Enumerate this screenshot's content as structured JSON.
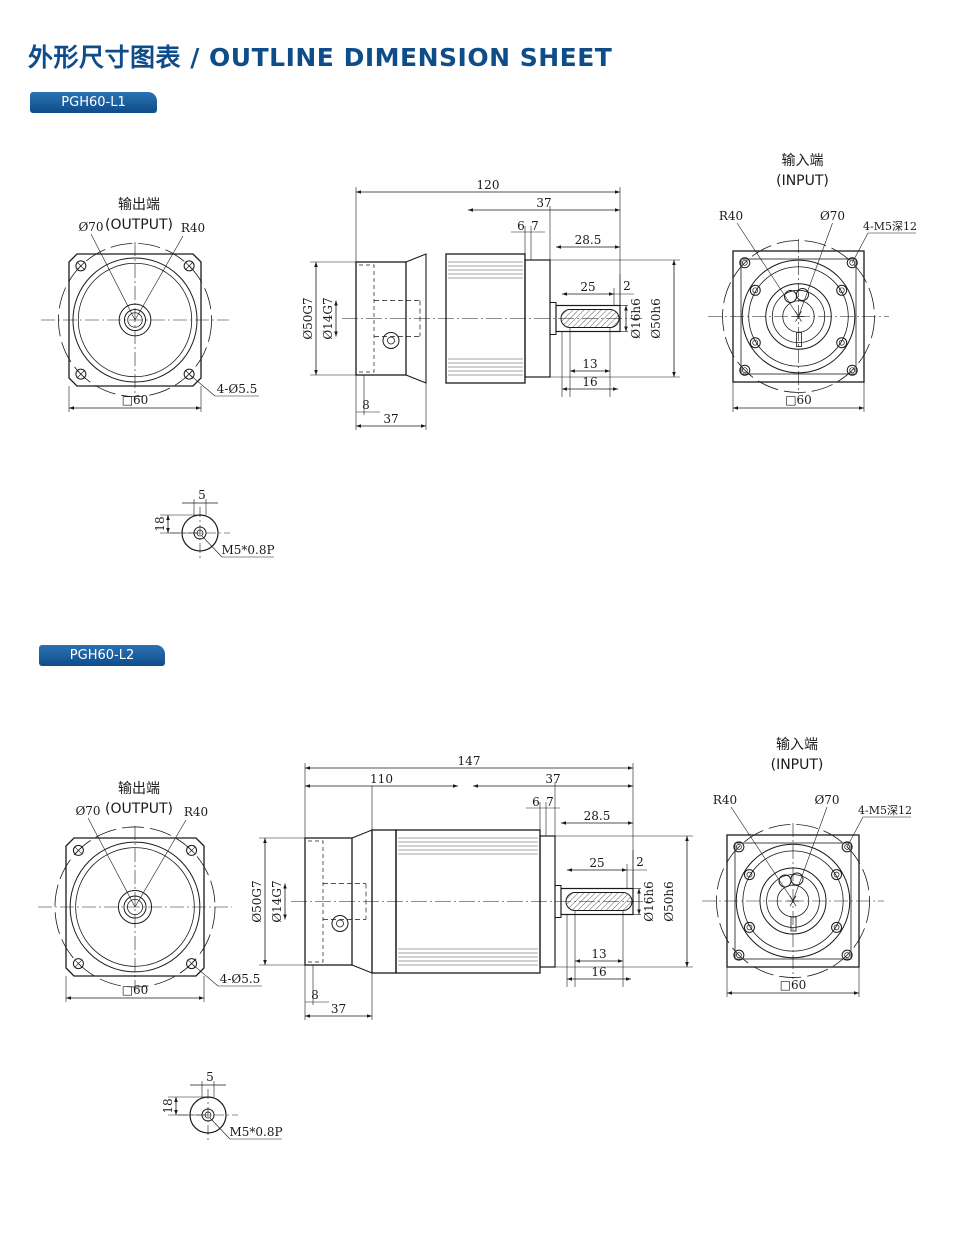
{
  "page_title": "外形尺寸图表 / OUTLINE DIMENSION SHEET",
  "models": [
    {
      "label": "PGH60-L1",
      "output_view": {
        "caption_cn": "输出端",
        "caption_en": "(OUTPUT)",
        "dia_label": "Ø70",
        "radius_label": "R40",
        "holes_label": "4-Ø5.5",
        "square_label": "□60"
      },
      "side_view": {
        "total_length": "120",
        "right_length": "",
        "output_length": "37",
        "d6": "6",
        "d7": "7",
        "d28_5": "28.5",
        "d25": "25",
        "d2": "2",
        "d13": "13",
        "d16": "16",
        "d8": "8",
        "d37_bottom": "37",
        "bore1": "Ø50G7",
        "bore2": "Ø14G7",
        "shaft1": "Ø16h6",
        "shaft2": "Ø50h6"
      },
      "input_view": {
        "caption_cn": "输入端",
        "caption_en": "(INPUT)",
        "radius_label": "R40",
        "dia_label": "Ø70",
        "thread_label": "4-M5深12",
        "square_label": "□60"
      },
      "detail": {
        "width": "5",
        "height": "18",
        "thread": "M5*0.8P"
      }
    },
    {
      "label": "PGH60-L2",
      "output_view": {
        "caption_cn": "输出端",
        "caption_en": "(OUTPUT)",
        "dia_label": "Ø70",
        "radius_label": "R40",
        "holes_label": "4-Ø5.5",
        "square_label": "□60"
      },
      "side_view": {
        "total_length": "147",
        "right_length": "110",
        "output_length": "37",
        "d6": "6",
        "d7": "7",
        "d28_5": "28.5",
        "d25": "25",
        "d2": "2",
        "d13": "13",
        "d16": "16",
        "d8": "8",
        "d37_bottom": "37",
        "bore1": "Ø50G7",
        "bore2": "Ø14G7",
        "shaft1": "Ø16h6",
        "shaft2": "Ø50h6"
      },
      "input_view": {
        "caption_cn": "输入端",
        "caption_en": "(INPUT)",
        "radius_label": "R40",
        "dia_label": "Ø70",
        "thread_label": "4-M5深12",
        "square_label": "□60"
      },
      "detail": {
        "width": "5",
        "height": "18",
        "thread": "M5*0.8P"
      }
    }
  ]
}
